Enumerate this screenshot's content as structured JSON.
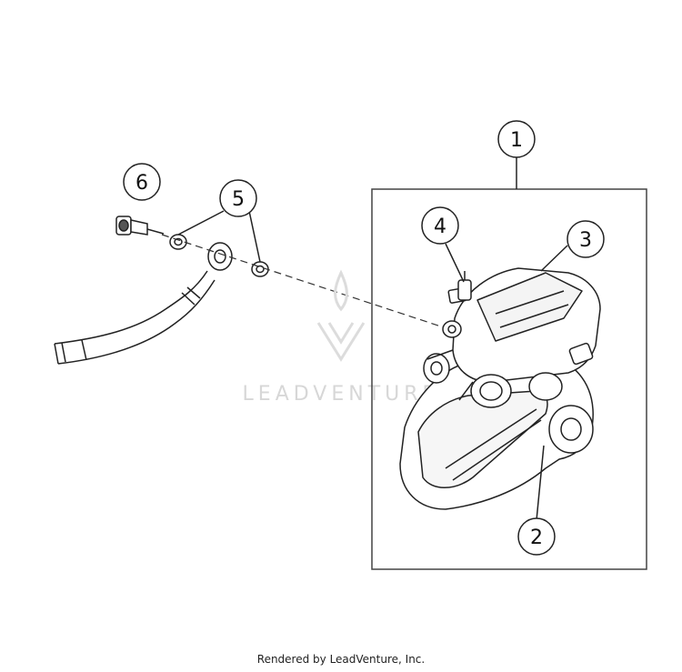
{
  "callouts": {
    "c1": "1",
    "c2": "2",
    "c3": "3",
    "c4": "4",
    "c5": "5",
    "c6": "6"
  },
  "watermark": "LEADVENTURE",
  "footer": "Rendered by LeadVenture, Inc.",
  "colors": {
    "line": "#111111",
    "watermark": "#d7d7d7",
    "background": "#ffffff"
  }
}
